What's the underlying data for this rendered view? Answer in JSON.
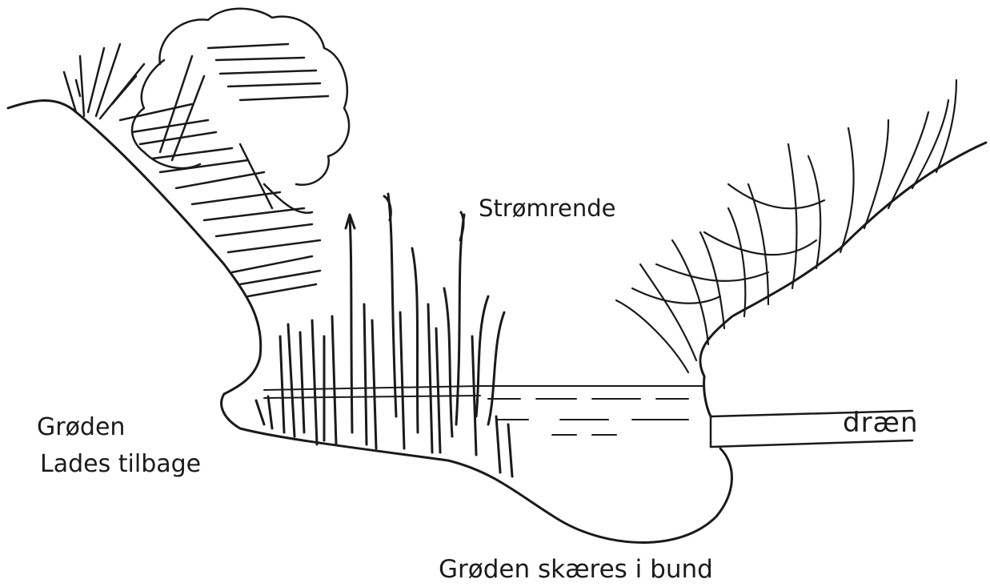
{
  "labels": {
    "stream_channel": "Strømrende",
    "left_line1": "Grøden",
    "left_line2": "Lades tilbage",
    "bottom": "Grøden skæres i bund",
    "drain": "dræn"
  },
  "colors": {
    "ink": "#1a1a1a",
    "background": "#ffffff"
  }
}
